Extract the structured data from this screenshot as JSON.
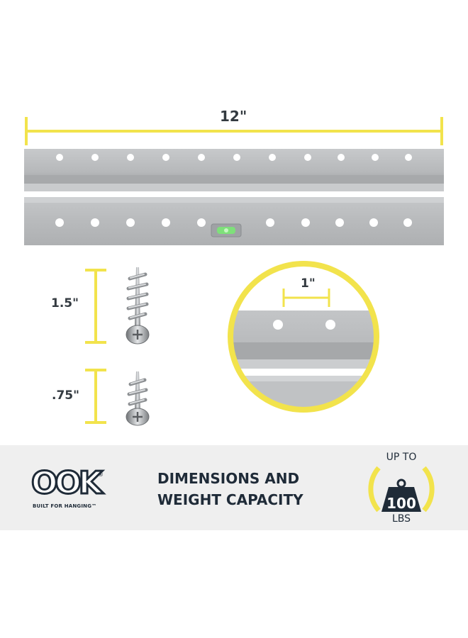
{
  "dimensions": {
    "length": "12\"",
    "screw_long": "1.5\"",
    "screw_short": ".75\"",
    "hole_spacing": "1\""
  },
  "brand": {
    "logo_text": "OOK",
    "registered_mark": "®",
    "tagline": "BUILT FOR HANGING™"
  },
  "headline": {
    "line1": "DIMENSIONS AND",
    "line2": "WEIGHT CAPACITY"
  },
  "capacity_badge": {
    "top_text": "UP TO",
    "value": "100",
    "unit": "LBS"
  },
  "colors": {
    "accent_yellow": "#f2e34c",
    "metal": "#b7b9bb",
    "band_bg": "#efefef",
    "text_dark": "#1f2b38"
  }
}
